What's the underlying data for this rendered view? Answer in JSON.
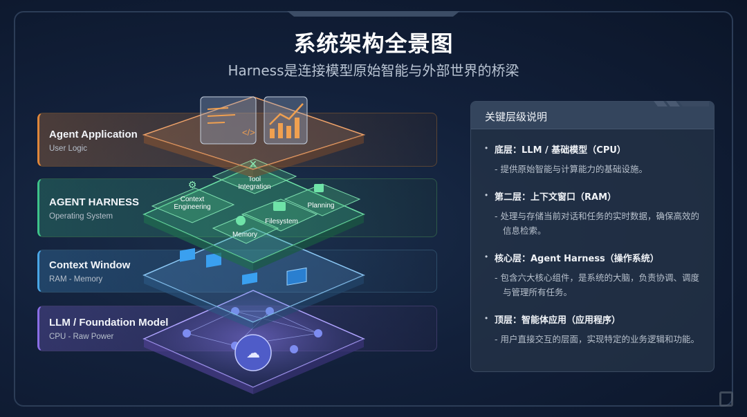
{
  "title": "系统架构全景图",
  "subtitle": "Harness是连接模型原始智能与外部世界的桥梁",
  "layers": [
    {
      "title": "Agent Application",
      "subtitle": "User Logic"
    },
    {
      "title": "AGENT HARNESS",
      "subtitle": "Operating System"
    },
    {
      "title": "Context Window",
      "subtitle": "RAM - Memory"
    },
    {
      "title": "LLM / Foundation Model",
      "subtitle": "CPU - Raw Power"
    }
  ],
  "harness_components": {
    "tool": "Tool",
    "tool2": "Integration",
    "context": "Context",
    "context2": "Engineering",
    "planning": "Planning",
    "filesystem": "Filesystem",
    "memory": "Memory"
  },
  "panel": {
    "title": "关键层级说明",
    "items": [
      {
        "heading": "底层：LLM / 基础模型（CPU）",
        "desc": "- 提供原始智能与计算能力的基础设施。"
      },
      {
        "heading": "第二层：上下文窗口（RAM）",
        "desc": "- 处理与存储当前对话和任务的实时数据，确保高效的信息检索。"
      },
      {
        "heading": "核心层：Agent Harness（操作系统）",
        "desc": "- 包含六大核心组件，是系统的大脑，负责协调、调度与管理所有任务。"
      },
      {
        "heading": "顶层：智能体应用（应用程序）",
        "desc": "- 用户直接交互的层面，实现特定的业务逻辑和功能。"
      }
    ]
  },
  "colors": {
    "application": "#e0873a",
    "harness": "#3ec38a",
    "context": "#4aa6e6",
    "llm": "#8a6ee6"
  }
}
